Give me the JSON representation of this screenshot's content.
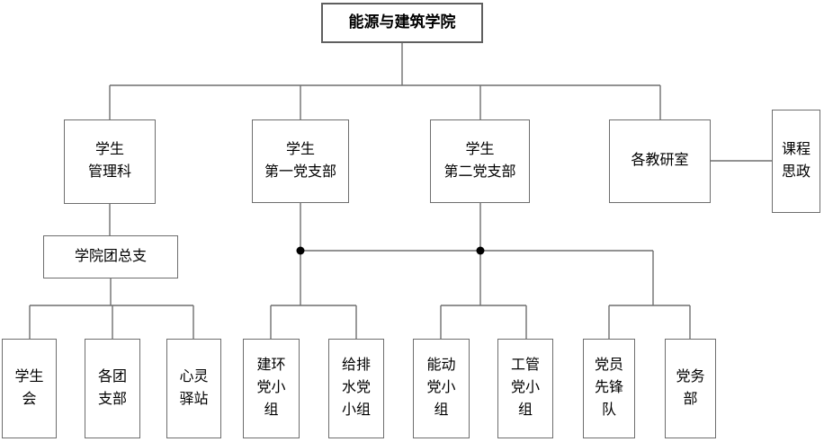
{
  "diagram": {
    "type": "org-chart",
    "title": "能源与建筑学院",
    "colors": {
      "background": "#ffffff",
      "box_border": "#6e6e6e",
      "root_border": "#5f5f5f",
      "line": "#6e6e6e",
      "junction_dot": "#000000",
      "text": "#000000"
    },
    "nodes": {
      "root": {
        "label": "能源与建筑学院"
      },
      "student_affairs": {
        "label": "学生\n管理科"
      },
      "party_branch_1": {
        "label": "学生\n第一党支部"
      },
      "party_branch_2": {
        "label": "学生\n第二党支部"
      },
      "teaching_offices": {
        "label": "各教研室"
      },
      "curriculum_ideology": {
        "label": "课程\n思政"
      },
      "youth_league": {
        "label": "学院团总支"
      },
      "student_union": {
        "label": "学生\n会"
      },
      "league_branches": {
        "label": "各团\n支部"
      },
      "mind_station": {
        "label": "心灵\n驿站"
      },
      "jianhuan_group": {
        "label": "建环\n党小\n组"
      },
      "jipaishui_group": {
        "label": "给排\n水党\n小组"
      },
      "nengdong_group": {
        "label": "能动\n党小\n组"
      },
      "gongguan_group": {
        "label": "工管\n党小\n组"
      },
      "pioneer_team": {
        "label": "党员\n先锋\n队"
      },
      "party_affairs": {
        "label": "党务\n部"
      }
    },
    "edges": [
      {
        "from": "能源与建筑学院",
        "to": "学生管理科"
      },
      {
        "from": "能源与建筑学院",
        "to": "学生第一党支部"
      },
      {
        "from": "能源与建筑学院",
        "to": "学生第二党支部"
      },
      {
        "from": "能源与建筑学院",
        "to": "各教研室"
      },
      {
        "from": "各教研室",
        "to": "课程思政"
      },
      {
        "from": "学生管理科",
        "to": "学院团总支"
      },
      {
        "from": "学院团总支",
        "to": "学生会"
      },
      {
        "from": "学院团总支",
        "to": "各团支部"
      },
      {
        "from": "学院团总支",
        "to": "心灵驿站"
      },
      {
        "from": "学生第一党支部",
        "to": "建环党小组"
      },
      {
        "from": "学生第一党支部",
        "to": "给排水党小组"
      },
      {
        "from": "学生第二党支部",
        "to": "能动党小组"
      },
      {
        "from": "学生第二党支部",
        "to": "工管党小组"
      },
      {
        "from": "党支部联线",
        "to": "党员先锋队"
      },
      {
        "from": "党支部联线",
        "to": "党务部"
      }
    ]
  }
}
